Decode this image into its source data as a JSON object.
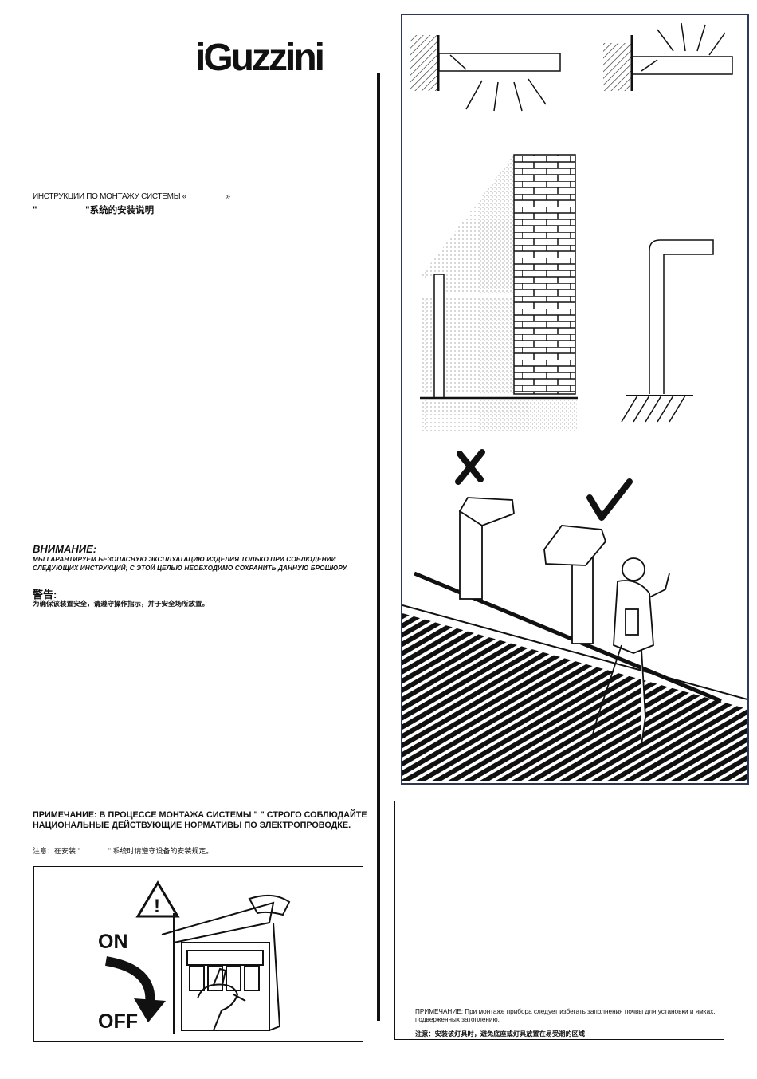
{
  "brand": {
    "logo_text": "iGuzzini"
  },
  "title": {
    "ru": "ИНСТРУКЦИИ ПО МОНТАЖУ СИСТЕМЫ «                    »",
    "cn": "\"                   \"系统的安装说明"
  },
  "warning": {
    "ru_heading": "ВНИМАНИЕ:",
    "ru_text": "МЫ ГАРАНТИРУЕМ БЕЗОПАСНУЮ ЭКСПЛУАТАЦИЮ ИЗДЕЛИЯ ТОЛЬКО ПРИ СОБЛЮДЕНИИ СЛЕДУЮЩИХ ИНСТРУКЦИЙ; С ЭТОЙ ЦЕЛЬЮ НЕОБХОДИМО СОХРАНИТЬ ДАННУЮ БРОШЮРУ.",
    "cn_heading": "警告:",
    "cn_text": "为确保该装置安全，请遵守操作指示，并于安全场所放置。"
  },
  "installation_note": {
    "ru": "ПРИМЕЧАНИЕ: В ПРОЦЕССЕ МОНТАЖА СИСТЕМЫ \"              \" СТРОГО СОБЛЮДАЙТЕ НАЦИОНАЛЬНЫЕ ДЕЙСТВУЮЩИЕ НОРМАТИВЫ ПО ЭЛЕКТРОПРОВОДКЕ.",
    "cn": "注意：在安装 \"              \" 系统时请遵守设备的安装规定。"
  },
  "switch_figure": {
    "on_label": "ON",
    "off_label": "OFF"
  },
  "placement_note": {
    "ru": "ПРИМЕЧАНИЕ: При монтаже прибора следует избегать заполнения почвы для установки и ямках, подверженных затоплению.",
    "cn": "注意：安装该灯具时，避免底座或灯具放置在易受潮的区域"
  }
}
